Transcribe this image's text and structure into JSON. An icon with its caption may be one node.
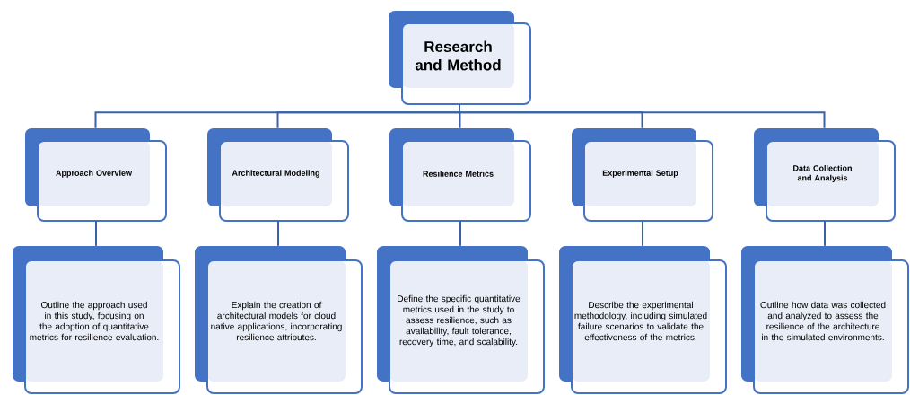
{
  "diagram": {
    "nodes": [
      {
        "text": [
          "Research and Method"
        ]
      },
      {
        "text": [
          "Approach Overview"
        ]
      },
      {
        "text": [
          "Architectural Modeling"
        ]
      },
      {
        "text": [
          "Resilience Metrics"
        ]
      },
      {
        "text": [
          "Experimental Setup"
        ]
      },
      {
        "text": [
          "Data Collection and Analysis"
        ]
      },
      {
        "text": [
          "Outline the approach used in this study, focusing on the adoption of quantitative metrics for resilience evaluation."
        ]
      },
      {
        "text": [
          "Explain the creation of architectural models for cloud native applications, incorporating resilience attributes."
        ]
      },
      {
        "text": [
          "Define the specific quantitative metrics used in the study to assess resilience, such as availability, fault tolerance, recovery time, and scalability."
        ]
      },
      {
        "text": [
          "Describe the experimental methodology, including simulated failure scenarios to validate the effectiveness of the metrics."
        ]
      },
      {
        "text": [
          "Outline how data was collected and analyzed to assess the resilience of the architecture in the simulated environments."
        ]
      }
    ],
    "edges": [
      {
        "from": 0,
        "to": 1,
        "arrow": "none"
      },
      {
        "from": 0,
        "to": 2,
        "arrow": "none"
      },
      {
        "from": 0,
        "to": 3,
        "arrow": "none"
      },
      {
        "from": 0,
        "to": 4,
        "arrow": "none"
      },
      {
        "from": 0,
        "to": 5,
        "arrow": "none"
      },
      {
        "from": 1,
        "to": 6,
        "arrow": "none"
      },
      {
        "from": 2,
        "to": 7,
        "arrow": "none"
      },
      {
        "from": 3,
        "to": 8,
        "arrow": "none"
      },
      {
        "from": 4,
        "to": 9,
        "arrow": "none"
      },
      {
        "from": 5,
        "to": 10,
        "arrow": "none"
      }
    ]
  }
}
